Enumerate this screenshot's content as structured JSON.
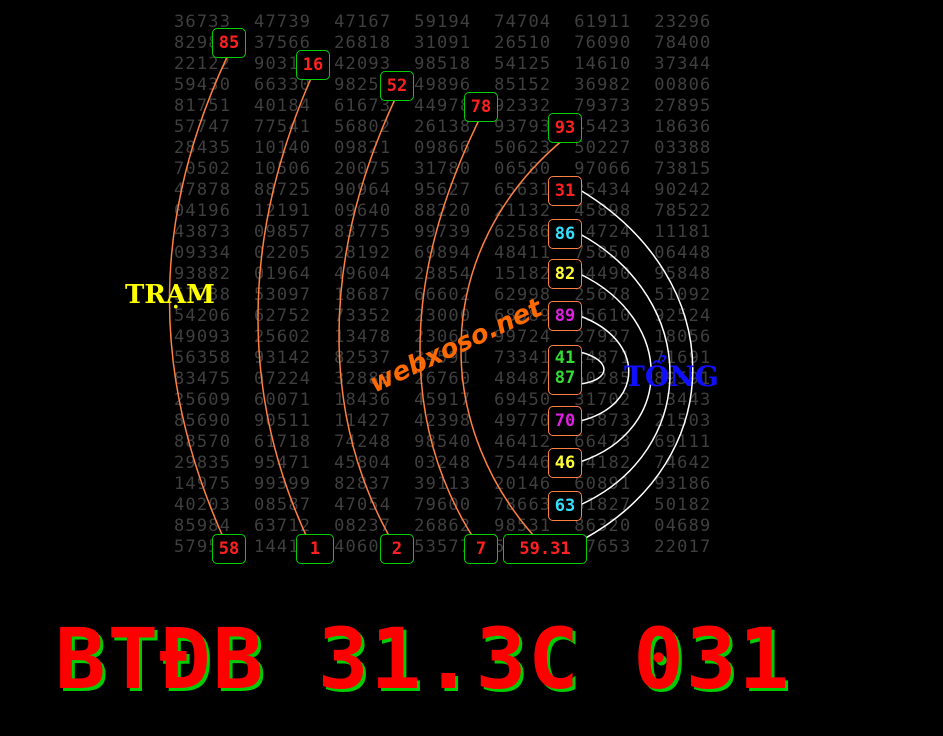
{
  "numbers": [
    "36733  47739  47167  59194  74704  61911  23296",
    "82985  37566  26818  31091  26510  76090  78400",
    "22122  90316  42093  98518  54125  14610  37344",
    "59430  66330  98252  49896  85152  36982  00806",
    "81751  40184  61673  44978  92332  79373  27895",
    "57747  77541  56802  26138  93793  45423  18636",
    "28435  10140  09821  09866  50623  50227  03388",
    "70502  10506  20075  31780  06580  97066  73815",
    "47878  88725  90964  95627  65631  25434  90242",
    "04196  12191  09640  88220  21132  45898  78522",
    "43873  09857  83775  99739  62586  14724  11181",
    "09334  02205  28192  69894  48411  75850  06448",
    "93882  01964  49604  23854  15182  94490  95848",
    "57238  53097  18687  66602  62998  25678  51092",
    "54206  62752  73352  23000  68989  95610  92524",
    "49093  25602  13478  23062  99724  27927  18056",
    "56358  93142  82537  34591  73341  24871  71691",
    "83475  07224  32883  26760  48487  60285  89591",
    "25609  60071  18436  45917  69450  31702  13443",
    "85690  90511  11427  42398  49770  55873  21503",
    "88570  61718  74248  98540  46412  66473  69111",
    "29835  95471  45804  03248  75446  64182  74642",
    "14975  99399  82837  39113  20146  60891  93186",
    "40203  08587  47054  79600  78663  81827  50182",
    "85984  63712  08237  26862  98531  86320  04689",
    "57958  14410  40602  53577  59331  87653  22017"
  ],
  "top_picks": [
    "85",
    "16",
    "52",
    "78",
    "93"
  ],
  "bottom_picks": [
    "58",
    "1",
    "2",
    "7",
    "59.31"
  ],
  "right_picks": [
    {
      "value": "31",
      "color": "#ff2020"
    },
    {
      "value": "86",
      "color": "#33e0ff"
    },
    {
      "value": "82",
      "color": "#ffff33"
    },
    {
      "value": "89",
      "color": "#e020e0"
    },
    {
      "value": "41",
      "color": "#33dd33"
    },
    {
      "value": "87",
      "color": "#33dd33"
    },
    {
      "value": "70",
      "color": "#e020e0"
    },
    {
      "value": "46",
      "color": "#ffff33"
    },
    {
      "value": "63",
      "color": "#33e0ff"
    }
  ],
  "label_tram": "TRẠM",
  "label_tong": "TỔNG",
  "brand": "webxoso.net",
  "title": "BTĐB 31.3C 031",
  "colors": {
    "tram": "#ffff00",
    "tong": "#1010ff",
    "title": "#ff0000",
    "title_shadow": "#00cc00",
    "box_border": "#00d000",
    "curve_orange": "#ff8040",
    "curve_white": "#ffffff"
  }
}
